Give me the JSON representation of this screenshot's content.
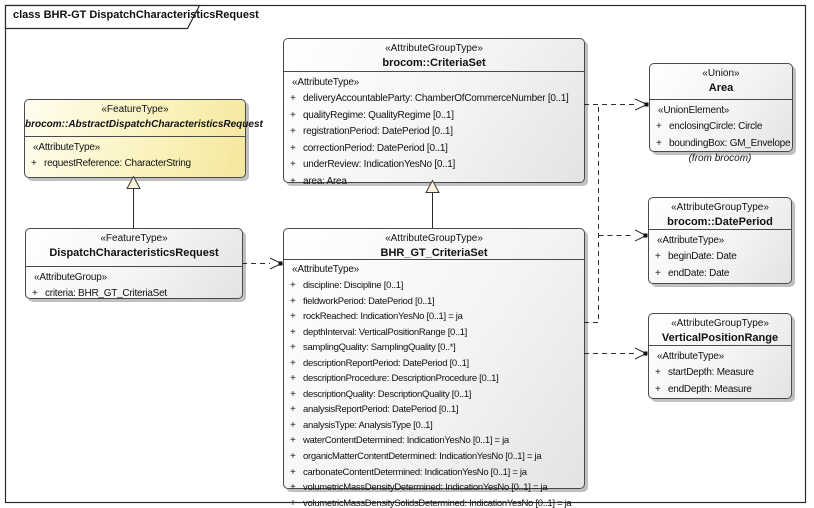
{
  "diagram": {
    "title": "class BHR-GT DispatchCharacteristicsRequest"
  },
  "colors": {
    "element_fill": "#eeeeee",
    "abstract_fill": "#faf2bb",
    "border": "#4a4a4a",
    "line": "#2b2b2b"
  },
  "annotations": {
    "from_brocom": "(from brocom)"
  },
  "boxes": {
    "abstract_request": {
      "stereotype": "«FeatureType»",
      "name": "brocom::AbstractDispatchCharacteristicsRequest",
      "section_label": "«AttributeType»",
      "attrs": [
        {
          "vis": "+",
          "text": "requestReference: CharacterString"
        }
      ]
    },
    "dispatch_request": {
      "stereotype": "«FeatureType»",
      "name": "DispatchCharacteristicsRequest",
      "section_label": "«AttributeGroup»",
      "attrs": [
        {
          "vis": "+",
          "text": "criteria: BHR_GT_CriteriaSet"
        }
      ]
    },
    "criteriaset": {
      "stereotype": "«AttributeGroupType»",
      "name": "brocom::CriteriaSet",
      "section_label": "«AttributeType»",
      "attrs": [
        {
          "vis": "+",
          "text": "deliveryAccountableParty: ChamberOfCommerceNumber [0..1]"
        },
        {
          "vis": "+",
          "text": "qualityRegime: QualityRegime [0..1]"
        },
        {
          "vis": "+",
          "text": "registrationPeriod: DatePeriod [0..1]"
        },
        {
          "vis": "+",
          "text": "correctionPeriod: DatePeriod [0..1]"
        },
        {
          "vis": "+",
          "text": "underReview: IndicationYesNo [0..1]"
        },
        {
          "vis": "+",
          "text": "area: Area"
        }
      ]
    },
    "bhr_gt_criteriaset": {
      "stereotype": "«AttributeGroupType»",
      "name": "BHR_GT_CriteriaSet",
      "section_label": "«AttributeType»",
      "attrs": [
        {
          "vis": "+",
          "text": "discipline: Discipline [0..1]"
        },
        {
          "vis": "+",
          "text": "fieldworkPeriod: DatePeriod [0..1]"
        },
        {
          "vis": "+",
          "text": "rockReached: IndicationYesNo [0..1] = ja"
        },
        {
          "vis": "+",
          "text": "depthInterval: VerticalPositionRange [0..1]"
        },
        {
          "vis": "+",
          "text": "samplingQuality: SamplingQuality [0..*]"
        },
        {
          "vis": "+",
          "text": "descriptionReportPeriod: DatePeriod [0..1]"
        },
        {
          "vis": "+",
          "text": "descriptionProcedure: DescriptionProcedure [0..1]"
        },
        {
          "vis": "+",
          "text": "descriptionQuality: DescriptionQuality [0..1]"
        },
        {
          "vis": "+",
          "text": "analysisReportPeriod: DatePeriod [0..1]"
        },
        {
          "vis": "+",
          "text": "analysisType: AnalysisType [0..1]"
        },
        {
          "vis": "+",
          "text": "waterContentDetermined: IndicationYesNo [0..1] = ja"
        },
        {
          "vis": "+",
          "text": "organicMatterContentDetermined: IndicationYesNo [0..1] = ja"
        },
        {
          "vis": "+",
          "text": "carbonateContentDetermined: IndicationYesNo [0..1] = ja"
        },
        {
          "vis": "+",
          "text": "volumetricMassDensityDetermined: IndicationYesNo [0..1] = ja"
        },
        {
          "vis": "+",
          "text": "volumetricMassDensitySolidsDetermined: IndicationYesNo [0..1] = ja"
        }
      ]
    },
    "area": {
      "stereotype": "«Union»",
      "name": "Area",
      "section_label": "«UnionElement»",
      "attrs": [
        {
          "vis": "+",
          "text": "enclosingCircle: Circle"
        },
        {
          "vis": "+",
          "text": "boundingBox: GM_Envelope"
        }
      ]
    },
    "dateperiod": {
      "stereotype": "«AttributeGroupType»",
      "name": "brocom::DatePeriod",
      "section_label": "«AttributeType»",
      "attrs": [
        {
          "vis": "+",
          "text": "beginDate: Date"
        },
        {
          "vis": "+",
          "text": "endDate: Date"
        }
      ]
    },
    "verticalpositionrange": {
      "stereotype": "«AttributeGroupType»",
      "name": "VerticalPositionRange",
      "section_label": "«AttributeType»",
      "attrs": [
        {
          "vis": "+",
          "text": "startDepth: Measure"
        },
        {
          "vis": "+",
          "text": "endDepth: Measure"
        }
      ]
    }
  }
}
